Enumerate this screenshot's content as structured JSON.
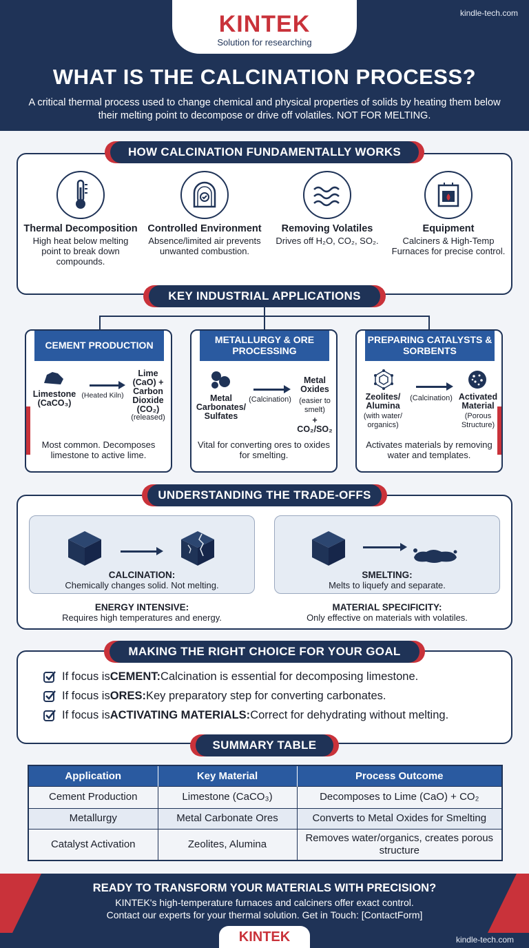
{
  "header": {
    "logo": "KINTEK",
    "tagline": "Solution for researching",
    "site_url": "kindle-tech.com",
    "title": "WHAT IS THE CALCINATION PROCESS?",
    "subtitle": "A critical thermal process used to change chemical and physical properties of solids by heating them below their melting point to decompose or drive off volatiles. NOT FOR MELTING."
  },
  "how_it_works": {
    "heading": "HOW CALCINATION FUNDAMENTALLY WORKS",
    "items": [
      {
        "title": "Thermal Decomposition",
        "text": "High heat below melting point to break down compounds.",
        "icon": "thermometer-icon"
      },
      {
        "title": "Controlled Environment",
        "text": "Absence/limited air prevents unwanted combustion.",
        "icon": "sealed-chamber-icon"
      },
      {
        "title": "Removing Volatiles",
        "text": "Drives off H₂O, CO₂, SO₂.",
        "icon": "vapor-waves-icon"
      },
      {
        "title": "Equipment",
        "text": "Calciners & High-Temp Furnaces for precise control.",
        "icon": "furnace-icon"
      }
    ]
  },
  "applications": {
    "heading": "KEY INDUSTRIAL APPLICATIONS",
    "cards": [
      {
        "title": "CEMENT PRODUCTION",
        "input": "Limestone (CaCO₃)",
        "process": "(Heated Kiln)",
        "output": "Lime (CaO) + Carbon Dioxide (CO₂)",
        "output_note": "(released)",
        "footer": "Most common. Decomposes limestone to active lime."
      },
      {
        "title": "METALLURGY & ORE PROCESSING",
        "input": "Metal Carbonates/ Sulfates",
        "process": "(Calcination)",
        "output": "Metal Oxides",
        "output_note": "(easier to smelt)",
        "output_extra": "+ CO₂/SO₂",
        "footer": "Vital for converting ores to oxides for smelting."
      },
      {
        "title": "PREPARING CATALYSTS & SORBENTS",
        "input": "Zeolites/ Alumina",
        "input_note": "(with water/ organics)",
        "process": "(Calcination)",
        "output": "Activated Material",
        "output_note": "(Porous Structure)",
        "footer": "Activates materials by removing water and templates."
      }
    ]
  },
  "tradeoffs": {
    "heading": "UNDERSTANDING THE TRADE-OFFS",
    "left": {
      "label": "CALCINATION:",
      "text": "Chemically changes solid. Not melting.",
      "note_label": "ENERGY INTENSIVE:",
      "note_text": "Requires high temperatures and energy."
    },
    "right": {
      "label": "SMELTING:",
      "text": "Melts to liquefy and separate.",
      "note_label": "MATERIAL SPECIFICITY:",
      "note_text": "Only effective on materials with volatiles."
    }
  },
  "choice": {
    "heading": "MAKING THE RIGHT CHOICE FOR YOUR GOAL",
    "items": [
      {
        "prefix": "If focus is ",
        "keyword": "CEMENT:",
        "text": " Calcination is essential for decomposing limestone."
      },
      {
        "prefix": "If focus is ",
        "keyword": "ORES:",
        "text": " Key preparatory step for converting carbonates."
      },
      {
        "prefix": "If focus is ",
        "keyword": "ACTIVATING MATERIALS:",
        "text": " Correct for dehydrating without melting."
      }
    ]
  },
  "summary": {
    "heading": "SUMMARY TABLE",
    "columns": [
      "Application",
      "Key Material",
      "Process Outcome"
    ],
    "rows": [
      [
        "Cement Production",
        "Limestone (CaCO₃)",
        "Decomposes to Lime (CaO) + CO₂"
      ],
      [
        "Metallurgy",
        "Metal Carbonate Ores",
        "Converts to Metal Oxides for Smelting"
      ],
      [
        "Catalyst Activation",
        "Zeolites, Alumina",
        "Removes water/organics, creates porous structure"
      ]
    ]
  },
  "cta": {
    "title": "READY TO TRANSFORM YOUR MATERIALS WITH PRECISION?",
    "line1": "KINTEK's high-temperature furnaces and calciners offer exact control.",
    "line2": "Contact our experts for your thermal solution. Get in Touch: [ContactForm]"
  },
  "footer": {
    "logo": "KINTEK",
    "site_url": "kindle-tech.com"
  },
  "colors": {
    "navy": "#1f3357",
    "red": "#c9323a",
    "blue": "#2a5aa0"
  }
}
